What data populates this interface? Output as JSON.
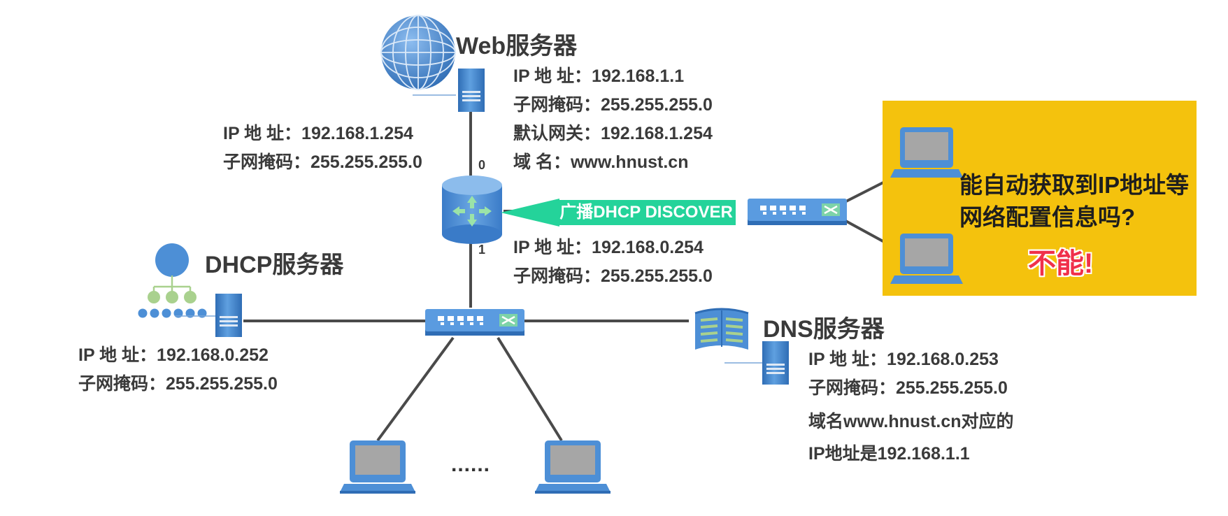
{
  "web_server": {
    "title": "Web服务器",
    "ip": "IP 地  址：192.168.1.1",
    "mask": "子网掩码：255.255.255.0",
    "gateway": "默认网关：192.168.1.254",
    "domain": "域      名：www.hnust.cn"
  },
  "router": {
    "port0": "0",
    "port1": "1",
    "left_ip": "IP 地  址：192.168.1.254",
    "left_mask": "子网掩码：255.255.255.0",
    "right_ip": "IP 地  址：192.168.0.254",
    "right_mask": "子网掩码：255.255.255.0"
  },
  "dhcp_server": {
    "title": "DHCP服务器",
    "ip": "IP 地  址：192.168.0.252",
    "mask": "子网掩码：255.255.255.0"
  },
  "dns_server": {
    "title": "DNS服务器",
    "ip": "IP 地  址：192.168.0.253",
    "mask": "子网掩码：255.255.255.0",
    "note_line1": "域名www.hnust.cn对应的",
    "note_line2": "IP地址是192.168.1.1"
  },
  "broadcast": {
    "label": "广播DHCP DISCOVER"
  },
  "question": {
    "text": "能自动获取到IP地址等网络配置信息吗?",
    "answer": "不能!"
  },
  "ellipsis": "......",
  "colors": {
    "device_blue": "#4d8fd6",
    "device_dark": "#2f6db5",
    "screen_gray": "#a6a6a6",
    "broadcast_green": "#24d39a",
    "question_yellow": "#f4c20d",
    "answer_red": "#f0304a",
    "line_dark": "#4a4a4a",
    "dhcp_green": "#a9d18e"
  },
  "icons": [
    "globe-icon",
    "server-tower-icon",
    "router-icon",
    "switch-icon",
    "laptop-icon",
    "dhcp-tree-icon",
    "book-icon",
    "arrow-left-icon"
  ]
}
